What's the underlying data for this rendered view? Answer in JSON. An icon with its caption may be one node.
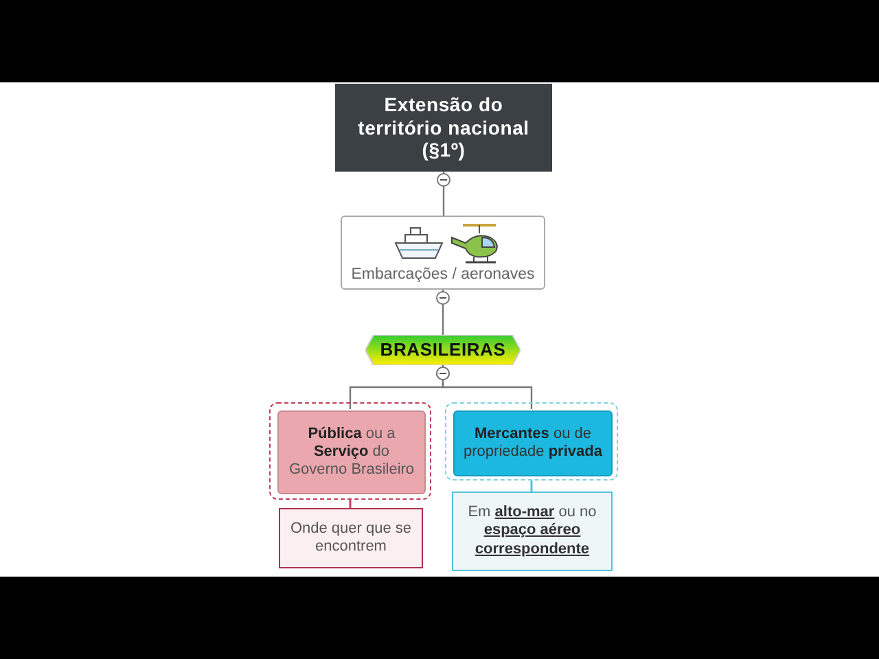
{
  "diagram": {
    "nodes": [
      {
        "text": [
          "Extensão do território nacional (§1º)"
        ]
      },
      {
        "text": [
          "Embarcações / aeronaves"
        ]
      },
      {
        "text": [
          "BRASILEIRAS"
        ]
      },
      {
        "text": [],
        "shape": "box"
      },
      {
        "text": [
          "**Pública** ou a **Serviço** do Governo Brasileiro"
        ],
        "in": 3
      },
      {
        "text": [],
        "shape": "box"
      },
      {
        "text": [
          "**Mercantes** ou de propriedade **privada**"
        ],
        "in": 5
      },
      {
        "text": [
          "Onde quer que se encontrem"
        ]
      },
      {
        "text": [
          "Em **alto-mar** ou no **espaço aéreo correspondente**"
        ]
      }
    ],
    "edges": [
      {
        "from": 0,
        "to": 1,
        "arrow": "other"
      },
      {
        "from": 1,
        "to": 2,
        "arrow": "other"
      },
      {
        "from": 2,
        "to": 4,
        "arrow": "other"
      },
      {
        "from": 2,
        "to": 6,
        "arrow": "other"
      },
      {
        "from": 7,
        "to": 3,
        "arrow": "none",
        "color": "#c0405a"
      },
      {
        "from": 8,
        "to": 5,
        "arrow": "none",
        "color": "#4fc3d8"
      }
    ]
  }
}
